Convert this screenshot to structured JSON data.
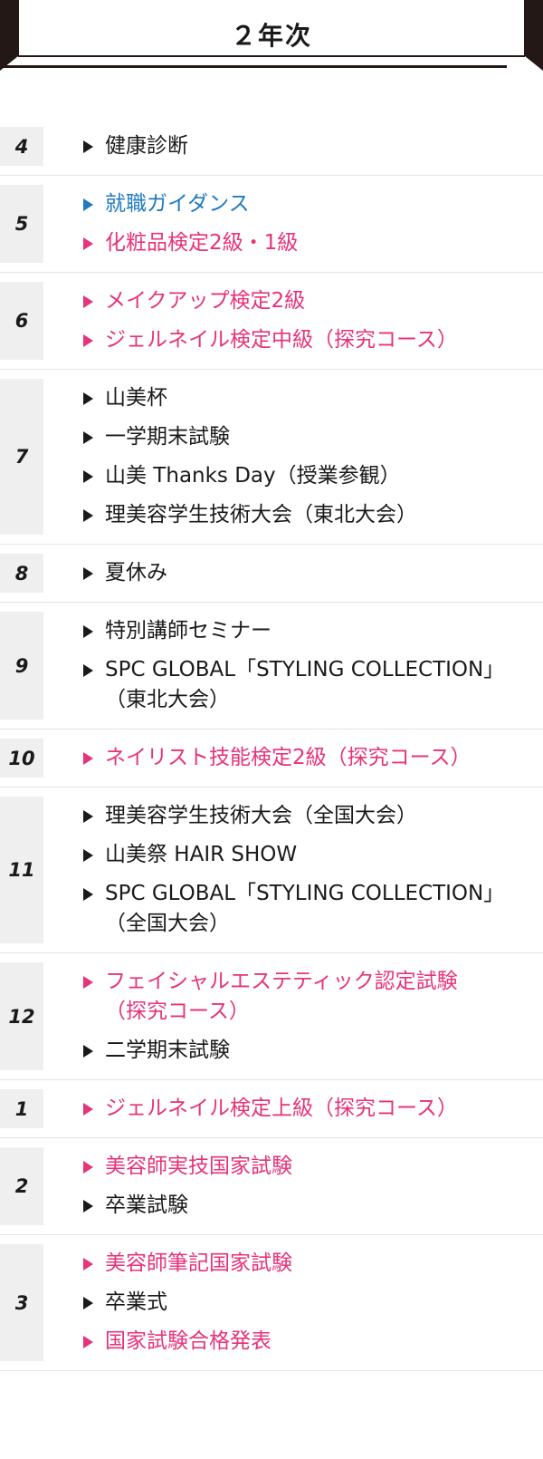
{
  "header": {
    "title": "２年次"
  },
  "colors": {
    "pink": "#e6337a",
    "blue": "#1f7ac2",
    "text": "#1a1a1a",
    "month_bg": "#efefef",
    "divider": "#e3e3e3"
  },
  "schedule": [
    {
      "month": "4",
      "events": [
        {
          "lines": [
            "健康診断"
          ],
          "color": "black"
        }
      ]
    },
    {
      "month": "5",
      "events": [
        {
          "lines": [
            "就職ガイダンス"
          ],
          "color": "blue"
        },
        {
          "lines": [
            "化粧品検定2級・1級"
          ],
          "color": "pink"
        }
      ]
    },
    {
      "month": "6",
      "events": [
        {
          "lines": [
            "メイクアップ検定2級"
          ],
          "color": "pink"
        },
        {
          "lines": [
            "ジェルネイル検定中級（探究コース）"
          ],
          "color": "pink"
        }
      ]
    },
    {
      "month": "7",
      "events": [
        {
          "lines": [
            "山美杯"
          ],
          "color": "black"
        },
        {
          "lines": [
            "一学期末試験"
          ],
          "color": "black"
        },
        {
          "lines": [
            "山美 Thanks Day（授業参観）"
          ],
          "color": "black"
        },
        {
          "lines": [
            "理美容学生技術大会（東北大会）"
          ],
          "color": "black"
        }
      ]
    },
    {
      "month": "8",
      "events": [
        {
          "lines": [
            "夏休み"
          ],
          "color": "black"
        }
      ]
    },
    {
      "month": "9",
      "events": [
        {
          "lines": [
            "特別講師セミナー"
          ],
          "color": "black"
        },
        {
          "lines": [
            "SPC GLOBAL「STYLING COLLECTION」",
            "（東北大会）"
          ],
          "color": "black"
        }
      ]
    },
    {
      "month": "10",
      "events": [
        {
          "lines": [
            "ネイリスト技能検定2級（探究コース）"
          ],
          "color": "pink"
        }
      ]
    },
    {
      "month": "11",
      "events": [
        {
          "lines": [
            "理美容学生技術大会（全国大会）"
          ],
          "color": "black"
        },
        {
          "lines": [
            "山美祭 HAIR SHOW"
          ],
          "color": "black"
        },
        {
          "lines": [
            "SPC GLOBAL「STYLING COLLECTION」",
            "（全国大会）"
          ],
          "color": "black"
        }
      ]
    },
    {
      "month": "12",
      "events": [
        {
          "lines": [
            "フェイシャルエステティック認定試験",
            "（探究コース）"
          ],
          "color": "pink"
        },
        {
          "lines": [
            "二学期末試験"
          ],
          "color": "black"
        }
      ]
    },
    {
      "month": "1",
      "events": [
        {
          "lines": [
            "ジェルネイル検定上級（探究コース）"
          ],
          "color": "pink"
        }
      ]
    },
    {
      "month": "2",
      "events": [
        {
          "lines": [
            "美容師実技国家試験"
          ],
          "color": "pink"
        },
        {
          "lines": [
            "卒業試験"
          ],
          "color": "black"
        }
      ]
    },
    {
      "month": "3",
      "events": [
        {
          "lines": [
            "美容師筆記国家試験"
          ],
          "color": "pink"
        },
        {
          "lines": [
            "卒業式"
          ],
          "color": "black"
        },
        {
          "lines": [
            "国家試験合格発表"
          ],
          "color": "pink"
        }
      ]
    }
  ]
}
